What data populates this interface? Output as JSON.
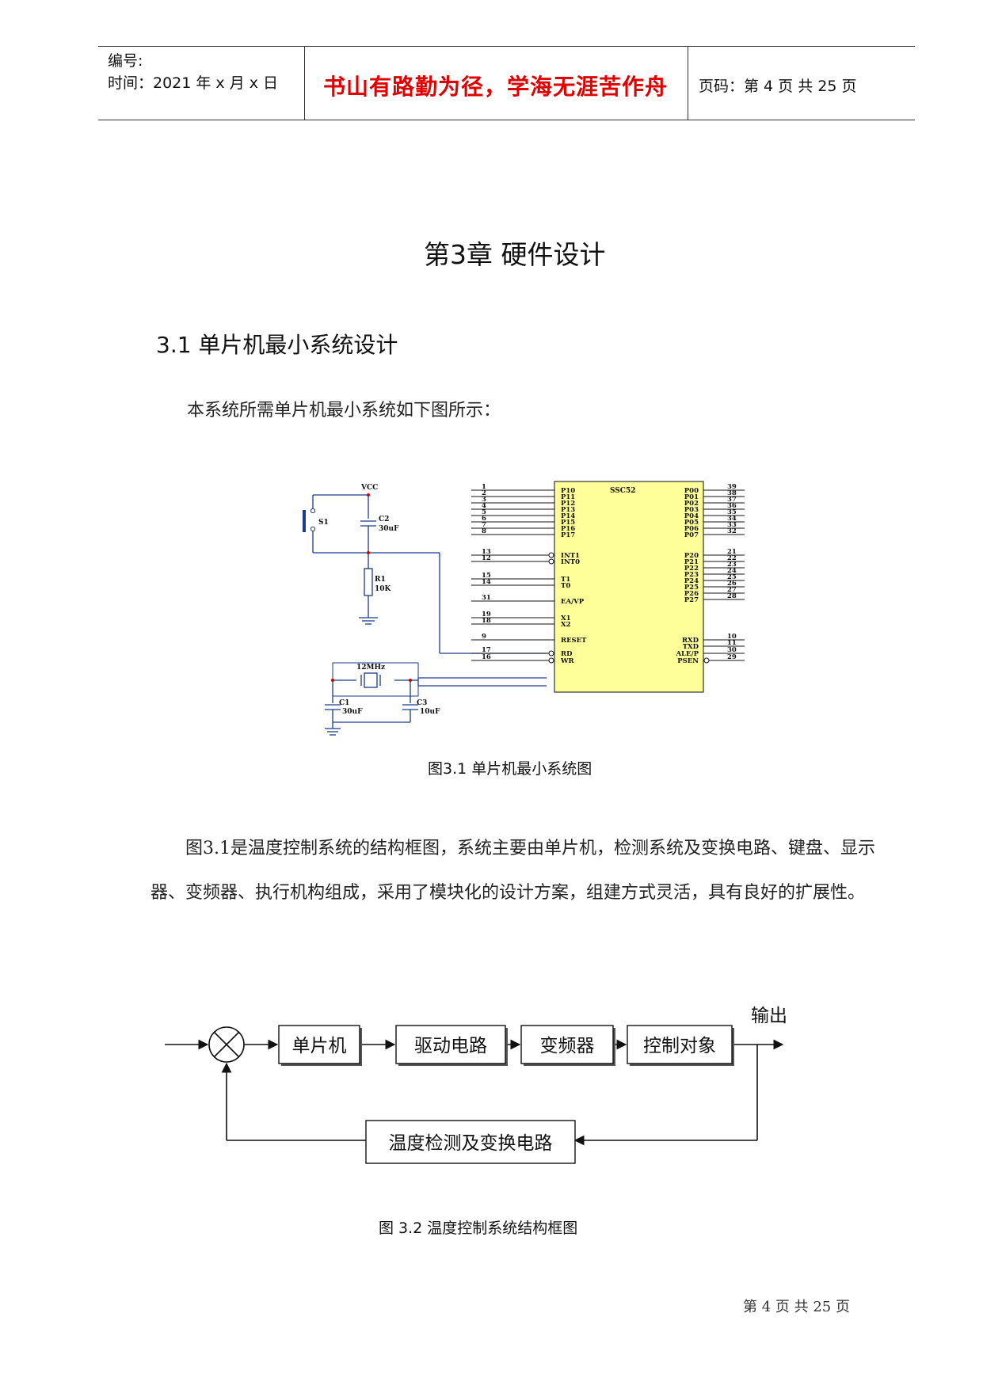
{
  "header": {
    "number_label": "编号:",
    "time_label": "时间：2021 年 x 月 x 日",
    "motto": "书山有路勤为径，学海无涯苦作舟",
    "page_info": "页码：第 4 页  共 25 页"
  },
  "chapter_title": "第3章  硬件设计",
  "section_title": "3.1  单片机最小系统设计",
  "intro_text": "本系统所需单片机最小系统如下图所示：",
  "figure1": {
    "caption": "图3.1  单片机最小系统图",
    "chip_name": "SSC52",
    "vcc": "VCC",
    "switch": "S1",
    "c2": "C2",
    "c2_val": "30uF",
    "r1": "R1",
    "r1_val": "10K",
    "crystal": "12MHz",
    "c1": "C1",
    "c1_val": "30uF",
    "c3": "C3",
    "c3_val": "10uF",
    "left_pins": [
      {
        "num": "1",
        "name": "P10"
      },
      {
        "num": "2",
        "name": "P11"
      },
      {
        "num": "3",
        "name": "P12"
      },
      {
        "num": "4",
        "name": "P13"
      },
      {
        "num": "5",
        "name": "P14"
      },
      {
        "num": "6",
        "name": "P15"
      },
      {
        "num": "7",
        "name": "P16"
      },
      {
        "num": "8",
        "name": "P17"
      },
      {
        "num": "13",
        "name": "INT1"
      },
      {
        "num": "12",
        "name": "INT0"
      },
      {
        "num": "15",
        "name": "T1"
      },
      {
        "num": "14",
        "name": "T0"
      },
      {
        "num": "31",
        "name": "EA/VP"
      },
      {
        "num": "19",
        "name": "X1"
      },
      {
        "num": "18",
        "name": "X2"
      },
      {
        "num": "9",
        "name": "RESET"
      },
      {
        "num": "17",
        "name": "RD"
      },
      {
        "num": "16",
        "name": "WR"
      }
    ],
    "right_pins": [
      {
        "num": "39",
        "name": "P00"
      },
      {
        "num": "38",
        "name": "P01"
      },
      {
        "num": "37",
        "name": "P02"
      },
      {
        "num": "36",
        "name": "P03"
      },
      {
        "num": "35",
        "name": "P04"
      },
      {
        "num": "34",
        "name": "P05"
      },
      {
        "num": "33",
        "name": "P06"
      },
      {
        "num": "32",
        "name": "P07"
      },
      {
        "num": "21",
        "name": "P20"
      },
      {
        "num": "22",
        "name": "P21"
      },
      {
        "num": "23",
        "name": "P22"
      },
      {
        "num": "24",
        "name": "P23"
      },
      {
        "num": "25",
        "name": "P24"
      },
      {
        "num": "26",
        "name": "P25"
      },
      {
        "num": "27",
        "name": "P26"
      },
      {
        "num": "28",
        "name": "P27"
      },
      {
        "num": "10",
        "name": "RXD"
      },
      {
        "num": "11",
        "name": "TXD"
      },
      {
        "num": "30",
        "name": "ALE/P"
      },
      {
        "num": "29",
        "name": "PSEN"
      }
    ]
  },
  "paragraph": "图3.1是温度控制系统的结构框图，系统主要由单片机，检测系统及变换电路、键盘、显示器、变频器、执行机构组成，采用了模块化的设计方案，组建方式灵活，具有良好的扩展性。",
  "figure2": {
    "caption": "图 3.2   温度控制系统结构框图",
    "output_label": "输出",
    "blocks": [
      "单片机",
      "驱动电路",
      "变频器",
      "控制对象"
    ],
    "feedback_block": "温度检测及变换电路"
  },
  "footer": "第 4 页 共 25 页",
  "colors": {
    "motto": "#e00000",
    "chip_fill": "#ffff99",
    "wire": "#1a3a8a",
    "chip_border": "#333333"
  }
}
